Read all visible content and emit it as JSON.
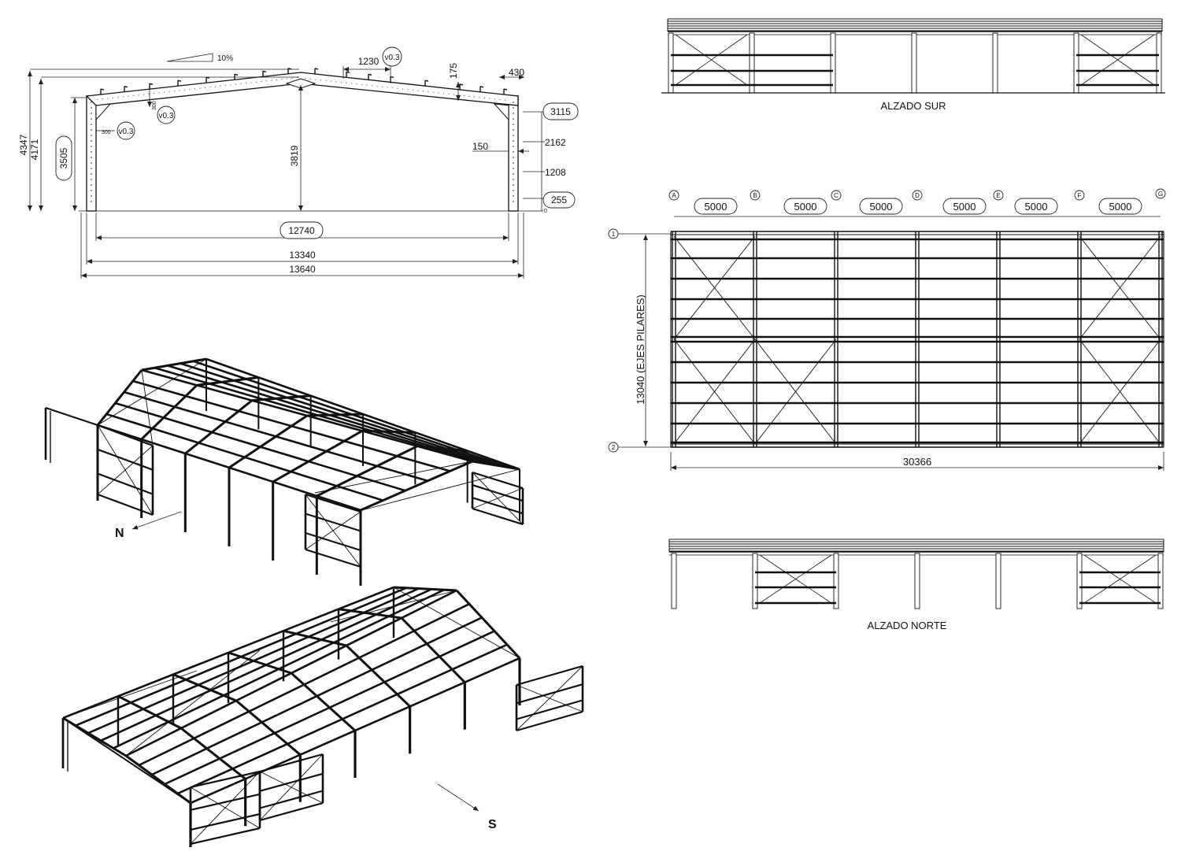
{
  "portico": {
    "slope": "10%",
    "d_4347": "4347",
    "d_4171": "4171",
    "d_3505": "3505",
    "d_3819": "3819",
    "d_1230": "1230",
    "d_175": "175",
    "d_430": "430",
    "d_3115": "3115",
    "d_2162": "2162",
    "d_150": "150",
    "d_1208": "1208",
    "d_255": "255",
    "d_0": "0",
    "d_12740": "12740",
    "d_13340": "13340",
    "d_13640": "13640",
    "d_300": "300",
    "d_300b": "300",
    "v_left": "v0.3",
    "v_mid": "v0.3",
    "v_top": "v0.3"
  },
  "alzado_sur": {
    "title": "ALZADO SUR"
  },
  "alzado_norte": {
    "title": "ALZADO NORTE"
  },
  "plan": {
    "axes_letters": [
      "A",
      "B",
      "C",
      "D",
      "E",
      "F",
      "G"
    ],
    "spans": [
      "5000",
      "5000",
      "5000",
      "5000",
      "5000",
      "5000"
    ],
    "axes_numbers": [
      "1",
      "2"
    ],
    "height_label": "13040 (EJES PILARES)",
    "length_label": "30366"
  },
  "iso_north": {
    "compass": "N"
  },
  "iso_south": {
    "compass": "S"
  }
}
